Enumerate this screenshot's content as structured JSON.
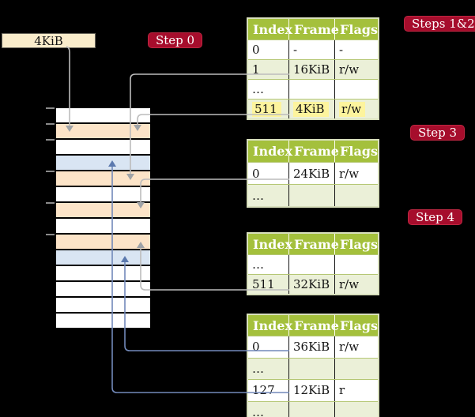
{
  "title_box": {
    "label": "4KiB"
  },
  "steps": [
    {
      "id": "step-0",
      "label": "Step 0"
    },
    {
      "id": "steps-1-2",
      "label": "Steps 1&2"
    },
    {
      "id": "step-3",
      "label": "Step 3"
    },
    {
      "id": "step-4",
      "label": "Step 4"
    }
  ],
  "memory_stack": {
    "description": "physical memory frames, 4KiB each, top = 0KiB",
    "rows": [
      "white",
      "wheat",
      "white",
      "blue",
      "wheat",
      "white",
      "wheat",
      "white",
      "wheat",
      "blue",
      "white",
      "white",
      "white",
      "white"
    ]
  },
  "tables": [
    {
      "name": "page-table-steps-1-2",
      "headers": [
        "Index",
        "Frame",
        "Flags"
      ],
      "rows": [
        {
          "cells": [
            "0",
            "-",
            "-"
          ],
          "shaded": false,
          "highlighted": false
        },
        {
          "cells": [
            "1",
            "16KiB",
            "r/w"
          ],
          "shaded": true,
          "highlighted": false
        },
        {
          "cells": [
            "…",
            "",
            ""
          ],
          "shaded": false,
          "highlighted": false
        },
        {
          "cells": [
            "511",
            "4KiB",
            "r/w"
          ],
          "shaded": true,
          "highlighted": true
        }
      ]
    },
    {
      "name": "page-table-step-3",
      "headers": [
        "Index",
        "Frame",
        "Flags"
      ],
      "rows": [
        {
          "cells": [
            "0",
            "24KiB",
            "r/w"
          ],
          "shaded": false,
          "highlighted": false
        },
        {
          "cells": [
            "…",
            "",
            ""
          ],
          "shaded": true,
          "highlighted": false
        }
      ]
    },
    {
      "name": "page-table-step-4",
      "headers": [
        "Index",
        "Frame",
        "Flags"
      ],
      "rows": [
        {
          "cells": [
            "…",
            "",
            ""
          ],
          "shaded": false,
          "highlighted": false
        },
        {
          "cells": [
            "511",
            "32KiB",
            "r/w"
          ],
          "shaded": true,
          "highlighted": false
        }
      ]
    },
    {
      "name": "page-table-final",
      "headers": [
        "Index",
        "Frame",
        "Flags"
      ],
      "rows": [
        {
          "cells": [
            "0",
            "36KiB",
            "r/w"
          ],
          "shaded": false,
          "highlighted": false
        },
        {
          "cells": [
            "…",
            "",
            ""
          ],
          "shaded": true,
          "highlighted": false
        },
        {
          "cells": [
            "127",
            "12KiB",
            "r"
          ],
          "shaded": false,
          "highlighted": false
        },
        {
          "cells": [
            "…",
            "",
            ""
          ],
          "shaded": true,
          "highlighted": false
        }
      ]
    }
  ],
  "connectors": [
    {
      "name": "cr3-box-to-frame-4kib",
      "color": "gray"
    },
    {
      "name": "entry-1-to-frame-16kib",
      "color": "gray"
    },
    {
      "name": "entry-511-to-frame-4kib",
      "color": "gray"
    },
    {
      "name": "entry-0-to-frame-24kib",
      "color": "gray"
    },
    {
      "name": "entry-511-to-frame-32kib",
      "color": "gray"
    },
    {
      "name": "entry-0-to-frame-36kib",
      "color": "blue"
    },
    {
      "name": "entry-127-to-frame-12kib",
      "color": "blue"
    }
  ],
  "colors": {
    "background": "#000000",
    "step_badge_bg": "#a60d2c",
    "table_header_bg": "#a4c03c",
    "table_row_shaded": "#ebf0d8",
    "table_border": "#d9e0bd",
    "row_divider": "#b5c775",
    "highlight_yellow": "#fdf49d",
    "frame_wheat": "#fce4c8",
    "frame_blue": "#d9e5f3",
    "frame_white": "#ffffff",
    "box_wheat": "#faeccb",
    "connector_gray": "#bcbcbc",
    "connector_gray_arrow": "#9fa3a7",
    "connector_blue": "#7289ba",
    "connector_blue_arrow": "#5b79ae",
    "tick_gray": "#8a8a8a"
  }
}
